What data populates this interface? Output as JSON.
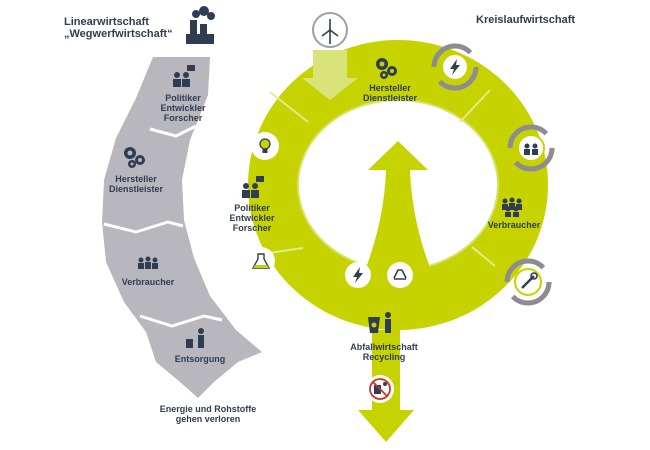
{
  "linear": {
    "title_line1": "Linearwirtschaft",
    "title_line2": "„Wegwerfwirtschaft“",
    "stages": [
      {
        "lines": [
          "Politiker",
          "Entwickler",
          "Forscher"
        ],
        "icon": "people-meeting-icon"
      },
      {
        "lines": [
          "Hersteller",
          "Dienstleister"
        ],
        "icon": "gears-icon"
      },
      {
        "lines": [
          "Verbraucher"
        ],
        "icon": "group-icon"
      },
      {
        "lines": [
          "Entsorgung"
        ],
        "icon": "trash-person-icon"
      }
    ],
    "loss_line1": "Energie und Rohstoffe",
    "loss_line2": "gehen verloren"
  },
  "circular": {
    "title": "Kreislaufwirtschaft",
    "stages": [
      {
        "lines": [
          "Hersteller",
          "Dienstleister"
        ],
        "icon": "gears-icon"
      },
      {
        "lines": [
          "Politiker",
          "Entwickler",
          "Forscher"
        ],
        "icon": "people-meeting-icon"
      },
      {
        "lines": [
          "Verbraucher"
        ],
        "icon": "group-icon"
      },
      {
        "lines": [
          "Abfallwirtschaft",
          "Recycling"
        ],
        "icon": "recycling-bin-icon"
      }
    ],
    "side_icons": [
      "lightbulb-icon",
      "flask-icon",
      "energy-cycle-icon",
      "people-cycle-icon",
      "repair-cycle-icon",
      "wind-turbine-icon",
      "no-dumping-icon"
    ]
  },
  "colors": {
    "grey": "#b8b7bd",
    "grey_light": "#d9d8dc",
    "green": "#c6d300",
    "green_dark": "#a9b700",
    "navy": "#2f3d52",
    "arrow_grey": "#8d8c92"
  }
}
